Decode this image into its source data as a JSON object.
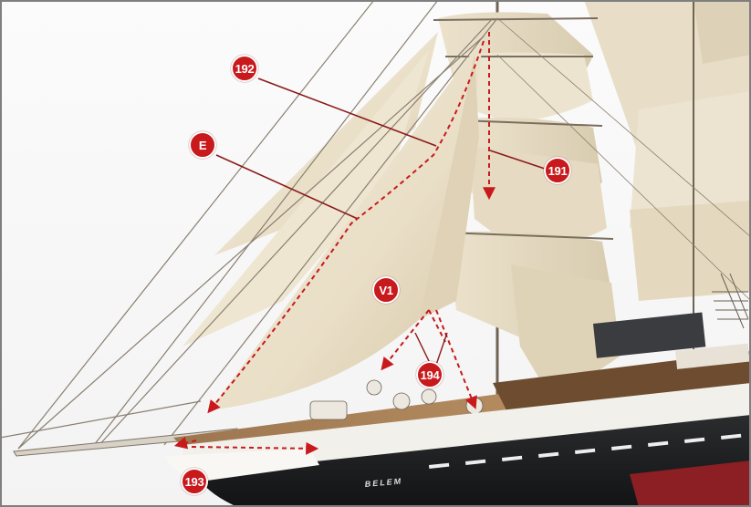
{
  "figure": {
    "subject": "Sailing ship model rigging detail",
    "hull_name": "BELEM",
    "callouts": [
      {
        "id": "192",
        "label": "192"
      },
      {
        "id": "E",
        "label": "E"
      },
      {
        "id": "191",
        "label": "191"
      },
      {
        "id": "V1",
        "label": "V1"
      },
      {
        "id": "194",
        "label": "194"
      },
      {
        "id": "193",
        "label": "193"
      }
    ]
  },
  "colors": {
    "callout_fill": "#c8191c",
    "arrow": "#c8191c",
    "leader_line": "#8a1a1a",
    "sail": "#efe6d2",
    "sail_shadow": "#d6c9ad",
    "hull_dark": "#1b1d1f",
    "hull_red": "#8b1f24",
    "deck": "#b58a5c",
    "rigging": "#7a6e5e",
    "frame_border": "#7f7f7f"
  }
}
